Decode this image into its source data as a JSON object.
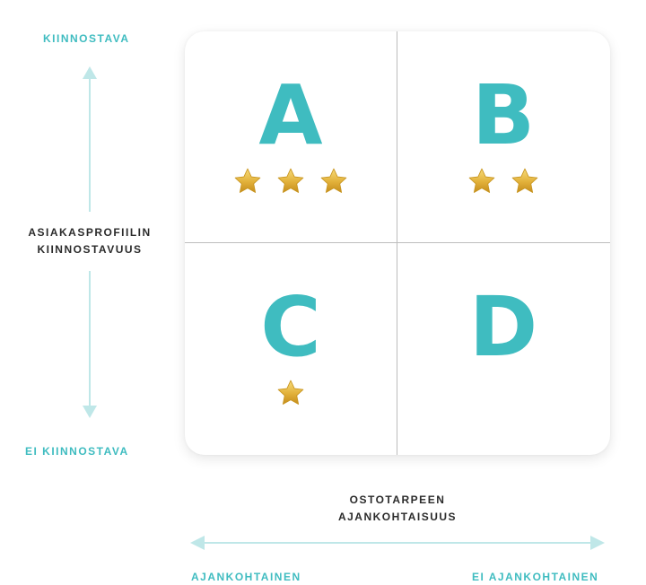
{
  "y_axis": {
    "top_label": "KIINNOSTAVA",
    "bottom_label": "EI KIINNOSTAVA",
    "title_line1": "ASIAKASPROFIILIN",
    "title_line2": "KIINNOSTAVUUS"
  },
  "x_axis": {
    "title_line1": "OSTOTARPEEN",
    "title_line2": "AJANKOHTAISUUS",
    "left_label": "AJANKOHTAINEN",
    "right_label": "EI AJANKOHTAINEN"
  },
  "quadrants": [
    {
      "letter": "A",
      "stars": 3
    },
    {
      "letter": "B",
      "stars": 2
    },
    {
      "letter": "C",
      "stars": 1
    },
    {
      "letter": "D",
      "stars": 0
    }
  ],
  "colors": {
    "accent": "#3fbcc0",
    "arrow": "#bfe7e8",
    "star": "#e2b13a",
    "divider": "#bdbdbd"
  }
}
